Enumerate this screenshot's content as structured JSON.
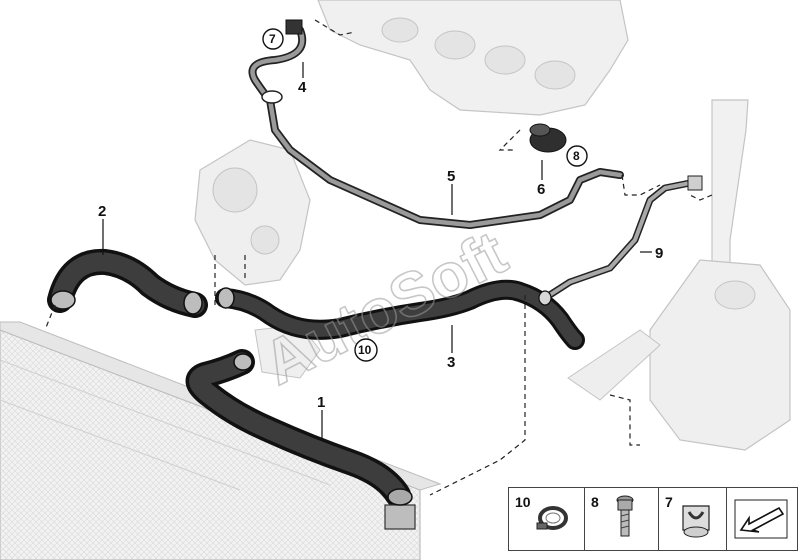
{
  "watermark": "AutoSoft",
  "callouts": {
    "c1": "1",
    "c2": "2",
    "c3": "3",
    "c4": "4",
    "c5": "5",
    "c6": "6",
    "c7": "7",
    "c8": "8",
    "c9": "9",
    "c10": "10"
  },
  "legend": {
    "items": [
      {
        "number": "10",
        "icon": "hose-clamp-icon"
      },
      {
        "number": "8",
        "icon": "bolt-icon"
      },
      {
        "number": "7",
        "icon": "holder-clip-icon"
      },
      {
        "number": "",
        "icon": "direction-arrow-icon"
      }
    ]
  }
}
